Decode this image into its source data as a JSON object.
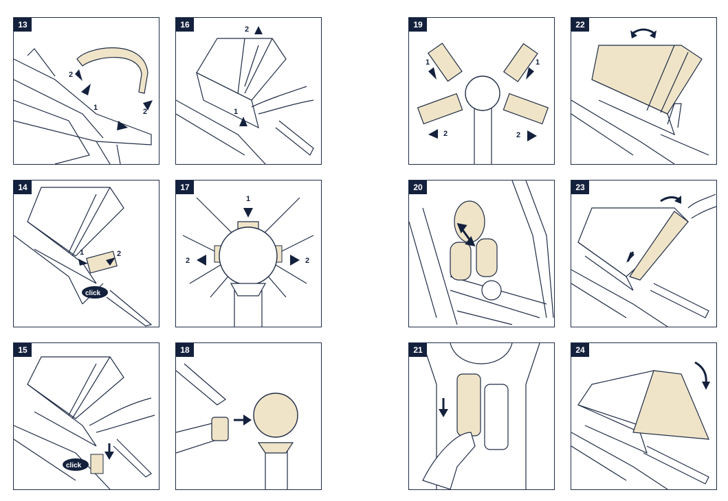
{
  "colors": {
    "line": "#1d2a44",
    "accent": "#efe4c8",
    "arrow": "#14213d"
  },
  "panels": [
    {
      "number": "13",
      "labels": [
        "1",
        "2",
        "2"
      ]
    },
    {
      "number": "16",
      "labels": [
        "1",
        "2"
      ]
    },
    {
      "number": "19",
      "labels": [
        "1",
        "1",
        "2",
        "2"
      ]
    },
    {
      "number": "22",
      "labels": []
    },
    {
      "number": "14",
      "labels": [
        "1",
        "2"
      ],
      "badge": "click"
    },
    {
      "number": "17",
      "labels": [
        "1",
        "2",
        "2"
      ]
    },
    {
      "number": "20",
      "labels": []
    },
    {
      "number": "23",
      "labels": []
    },
    {
      "number": "15",
      "labels": [],
      "badge": "click"
    },
    {
      "number": "18",
      "labels": []
    },
    {
      "number": "21",
      "labels": []
    },
    {
      "number": "24",
      "labels": []
    }
  ]
}
